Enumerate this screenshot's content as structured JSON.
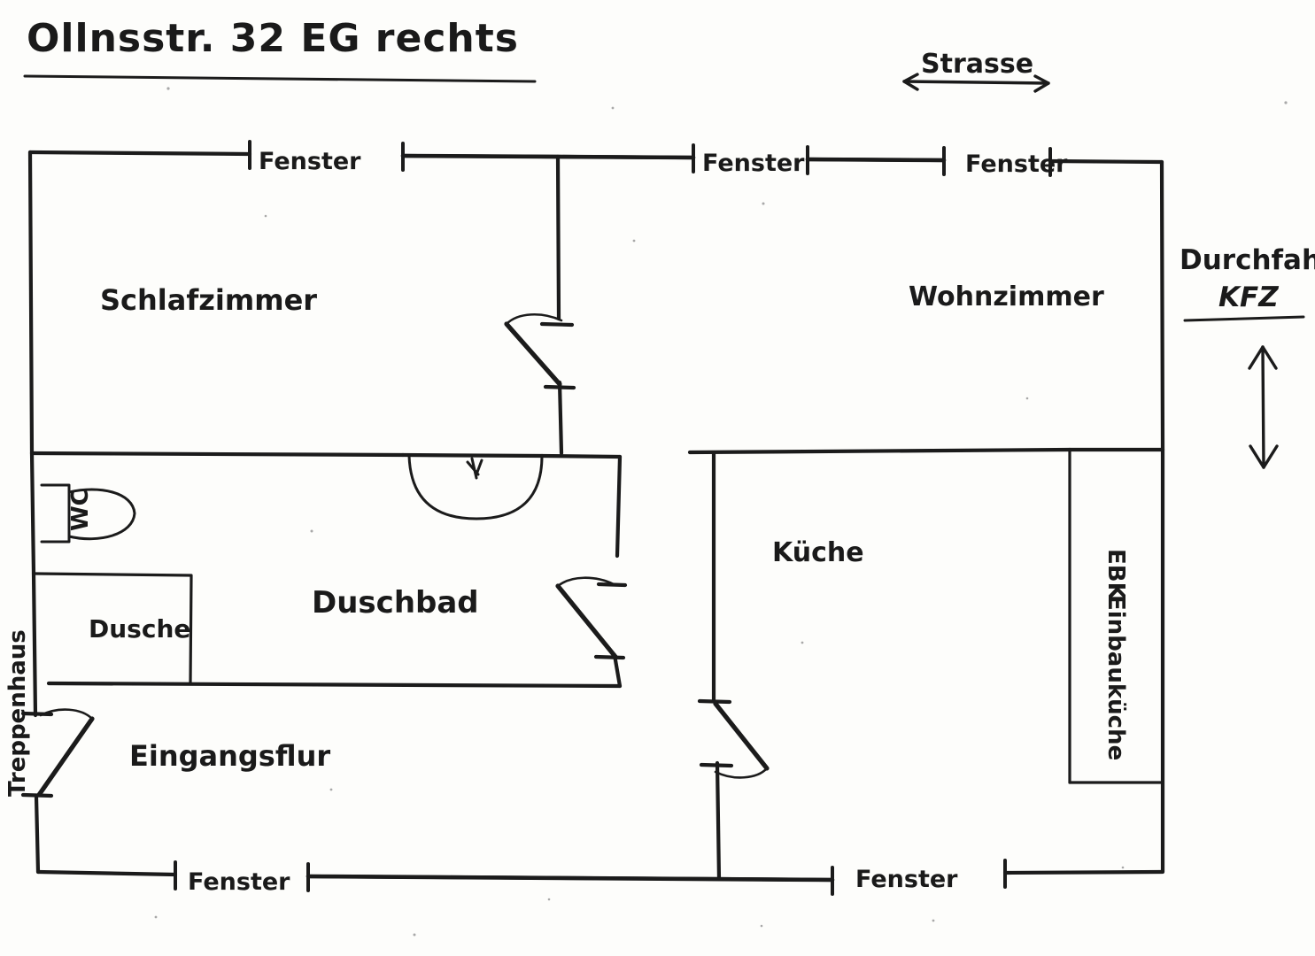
{
  "document": {
    "type": "hand-drawn-floor-plan",
    "title": "Ollnsstr. 32   EG rechts",
    "language": "de"
  },
  "annotations": {
    "street_label": "Strasse",
    "passage_label_line1": "Durchfahrt",
    "passage_label_line2": "KFZ"
  },
  "rooms": [
    {
      "id": "schlafzimmer",
      "label": "Schlafzimmer"
    },
    {
      "id": "wohnzimmer",
      "label": "Wohnzimmer"
    },
    {
      "id": "duschbad",
      "label": "Duschbad"
    },
    {
      "id": "dusche",
      "label": "Dusche"
    },
    {
      "id": "wc",
      "label": "WC"
    },
    {
      "id": "eingangsflur",
      "label": "Eingangsflur"
    },
    {
      "id": "kueche",
      "label": "Küche"
    },
    {
      "id": "treppenhaus",
      "label": "Treppenhaus"
    }
  ],
  "fixtures": [
    {
      "id": "ebk",
      "label_line1": "EBK",
      "label_line2": "Einbauküche"
    }
  ],
  "windows": [
    {
      "id": "window-top-1",
      "label": "Fenster"
    },
    {
      "id": "window-top-2",
      "label": "Fenster"
    },
    {
      "id": "window-top-3",
      "label": "Fenster"
    },
    {
      "id": "window-bottom-1",
      "label": "Fenster"
    },
    {
      "id": "window-bottom-2",
      "label": "Fenster"
    }
  ],
  "colors": {
    "ink": "#1b1b1b",
    "paper": "#fdfdfb"
  }
}
